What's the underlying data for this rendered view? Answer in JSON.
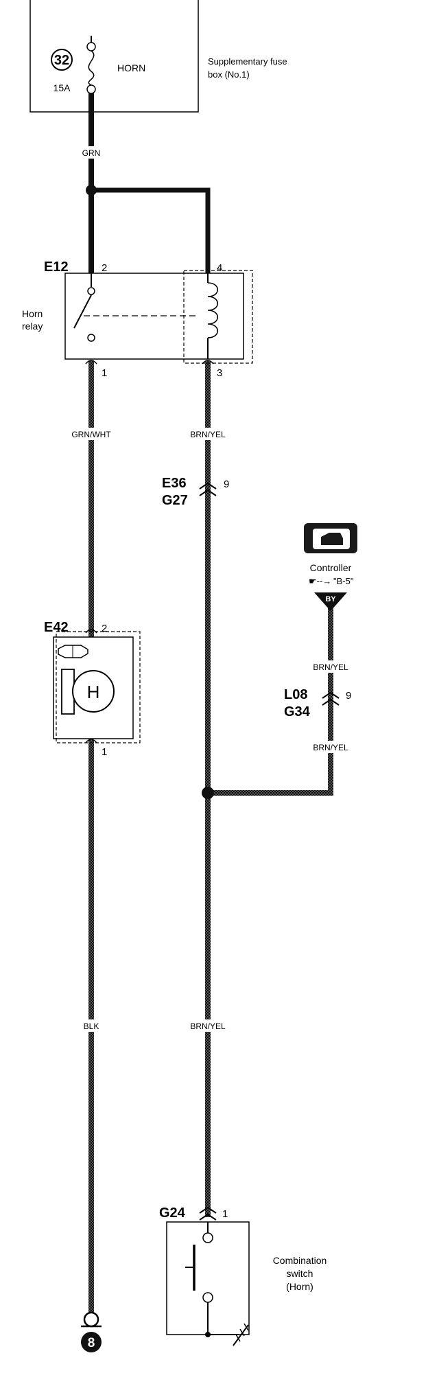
{
  "fuse_box": {
    "fuse_number": "32",
    "fuse_rating": "15A",
    "circuit_name": "HORN",
    "description_line1": "Supplementary fuse",
    "description_line2": "box (No.1)"
  },
  "wires": {
    "grn": "GRN",
    "grn_wht": "GRN/WHT",
    "brn_yel_relay": "BRN/YEL",
    "brn_yel_controller_top": "BRN/YEL",
    "brn_yel_controller_bottom": "BRN/YEL",
    "blk": "BLK",
    "brn_yel_lower": "BRN/YEL"
  },
  "horn_relay": {
    "connector": "E12",
    "label_line1": "Horn",
    "label_line2": "relay",
    "pin_switch_top": "2",
    "pin_coil_top": "4",
    "pin_switch_bottom": "1",
    "pin_coil_bottom": "3"
  },
  "connector_e36_g27": {
    "top": "E36",
    "bottom": "G27",
    "pin": "9"
  },
  "controller": {
    "label": "Controller",
    "reference": "\"B-5\"",
    "terminal": "BY"
  },
  "connector_l08_g34": {
    "top": "L08",
    "bottom": "G34",
    "pin": "9"
  },
  "horn": {
    "connector": "E42",
    "pin_top": "2",
    "pin_bottom": "1",
    "symbol": "H"
  },
  "combination_switch": {
    "connector": "G24",
    "pin": "1",
    "label_line1": "Combination",
    "label_line2": "switch",
    "label_line3": "(Horn)"
  },
  "ground": {
    "number": "8"
  }
}
